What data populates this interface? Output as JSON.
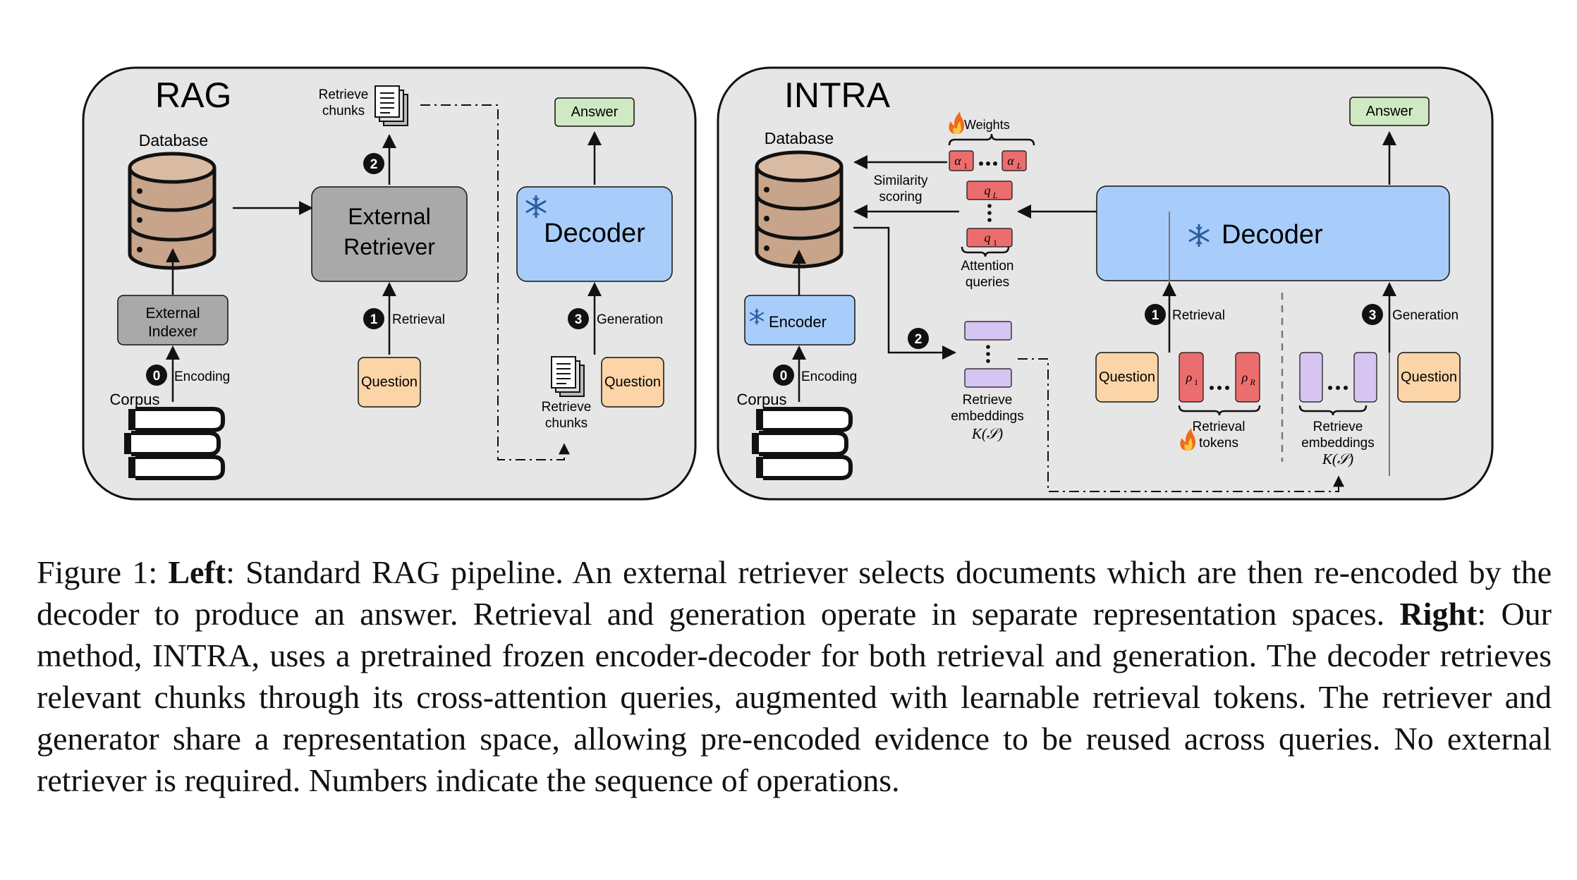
{
  "rag": {
    "title": "RAG",
    "database": "Database",
    "external_indexer": [
      "External",
      "Indexer"
    ],
    "corpus": "Corpus",
    "encoding": "Encoding",
    "step0": "0",
    "external_retriever": [
      "External",
      "Retriever"
    ],
    "step1": "1",
    "retrieval": "Retrieval",
    "step2": "2",
    "retrieve_chunks_top": [
      "Retrieve",
      "chunks"
    ],
    "question": "Question",
    "decoder": "Decoder",
    "answer": "Answer",
    "step3": "3",
    "generation": "Generation",
    "retrieve_chunks_bottom": [
      "Retrieve",
      "chunks"
    ],
    "question2": "Question"
  },
  "intra": {
    "title": "INTRA",
    "database": "Database",
    "encoder": "Encoder",
    "corpus": "Corpus",
    "encoding": "Encoding",
    "step0": "0",
    "weights": "Weights",
    "alpha1": "α",
    "alpha1_sub": "1",
    "alphaL": "α",
    "alphaL_sub": "L",
    "qL": "q",
    "qL_sub": "L",
    "q1": "q",
    "q1_sub": "1",
    "attention_queries": [
      "Attention",
      "queries"
    ],
    "similarity_scoring": [
      "Similarity",
      "scoring"
    ],
    "step2": "2",
    "retrieve_embeddings_left": [
      "Retrieve",
      "embeddings"
    ],
    "ks_left": "K(𝒮)",
    "decoder": "Decoder",
    "answer": "Answer",
    "step1": "1",
    "retrieval": "Retrieval",
    "step3": "3",
    "generation": "Generation",
    "question_left": "Question",
    "rho1": "ρ",
    "rho1_sub": "1",
    "rhoR": "ρ",
    "rhoR_sub": "R",
    "retrieval_tokens": [
      "Retrieval",
      "tokens"
    ],
    "retrieve_embeddings_right": [
      "Retrieve",
      "embeddings"
    ],
    "ks_right": "K(𝒮)",
    "question_right": "Question"
  },
  "caption": {
    "fig": "Figure 1: ",
    "left_label": "Left",
    "left_text": ": Standard RAG pipeline. An external retriever selects documents which are then re-encoded by the decoder to produce an answer. Retrieval and generation operate in separate representation spaces. ",
    "right_label": "Right",
    "right_text": ": Our method, INTRA, uses a pretrained frozen encoder-decoder for both retrieval and generation. The decoder retrieves relevant chunks through its cross-attention queries, augmented with learnable retrieval tokens. The retriever and generator share a representation space, allowing pre-encoded evidence to be reused across queries. No external retriever is required. Numbers indicate the sequence of operations."
  },
  "colors": {
    "panel_bg": "#e6e6e6",
    "decoder_blue": "#a9cdfa",
    "answer_green": "#cfe9c3",
    "question_orange": "#fbd4a7",
    "gray_box": "#a9a9a9",
    "red_token": "#ec6d6d",
    "purple_embedding": "#d6c4f2",
    "db_brown": "#c7a48a"
  },
  "icons": [
    "database-icon",
    "books-icon",
    "document-stack-icon",
    "snowflake-icon",
    "fire-icon"
  ]
}
